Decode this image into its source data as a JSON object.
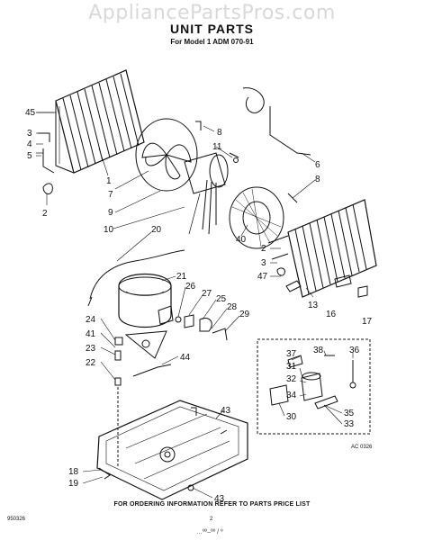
{
  "watermark": "AppliancePartsPros.com",
  "title": "UNIT PARTS",
  "subtitle": "For Model 1 ADM 070-91",
  "footer": "FOR ORDERING INFORMATION REFER TO PARTS PRICE LIST",
  "code_left": "950326",
  "page_number": "2",
  "bottom_code": "…ºº–ºº / º",
  "ref_code": "AC 0326",
  "callouts": {
    "c45": "45",
    "c3a": "3",
    "c4": "4",
    "c5": "5",
    "c2a": "2",
    "c1": "1",
    "c7": "7",
    "c9": "9",
    "c10": "10",
    "c8a": "8",
    "c11": "11",
    "c6": "6",
    "c8b": "8",
    "c40": "40",
    "c20": "20",
    "c2b": "2",
    "c3b": "3",
    "c47": "47",
    "c13": "13",
    "c16": "16",
    "c17": "17",
    "c21": "21",
    "c26": "26",
    "c27": "27",
    "c25": "25",
    "c28": "28",
    "c29": "29",
    "c24": "24",
    "c41": "41",
    "c23": "23",
    "c22": "22",
    "c44": "44",
    "c37": "37",
    "c38": "38",
    "c36": "36",
    "c31": "31",
    "c32": "32",
    "c34": "34",
    "c30": "30",
    "c35": "35",
    "c33": "33",
    "c43a": "43",
    "c43b": "43",
    "c18": "18",
    "c19": "19"
  }
}
